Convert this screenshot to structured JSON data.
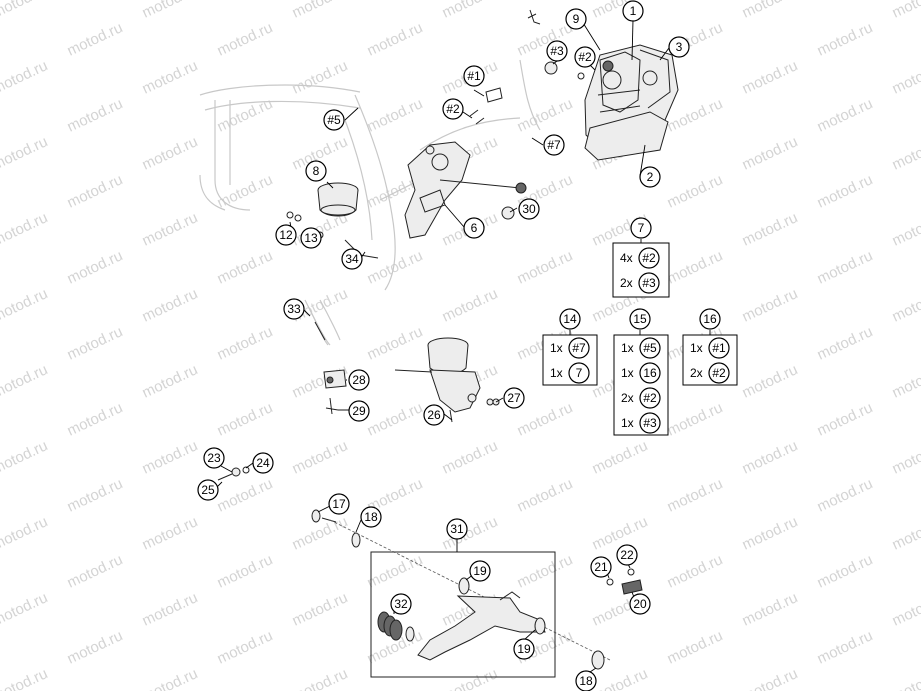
{
  "watermark": "motod.ru",
  "callouts": {
    "c1": "1",
    "c2": "2",
    "c3": "3",
    "c6": "6",
    "c7": "7",
    "c8": "8",
    "c9": "9",
    "c12": "12",
    "c13": "13",
    "c14": "14",
    "c15": "15",
    "c16": "16",
    "c17": "17",
    "c18a": "18",
    "c18b": "18",
    "c19a": "19",
    "c19b": "19",
    "c20": "20",
    "c21": "21",
    "c22": "22",
    "c23": "23",
    "c24": "24",
    "c25": "25",
    "c26": "26",
    "c27": "27",
    "c28": "28",
    "c29": "29",
    "c30": "30",
    "c31": "31",
    "c32": "32",
    "c33": "33",
    "c34": "34",
    "h1": "#1",
    "h2a": "#2",
    "h2b": "#2",
    "h3": "#3",
    "h5": "#5",
    "h7": "#7"
  },
  "kits": {
    "k7": {
      "rows": [
        {
          "qty": "4x",
          "ref": "#2"
        },
        {
          "qty": "2x",
          "ref": "#3"
        }
      ]
    },
    "k14": {
      "rows": [
        {
          "qty": "1x",
          "ref": "#7"
        },
        {
          "qty": "1x",
          "ref": "7"
        }
      ]
    },
    "k15": {
      "rows": [
        {
          "qty": "1x",
          "ref": "#5"
        },
        {
          "qty": "1x",
          "ref": "16"
        },
        {
          "qty": "2x",
          "ref": "#2"
        },
        {
          "qty": "1x",
          "ref": "#3"
        }
      ]
    },
    "k16": {
      "rows": [
        {
          "qty": "1x",
          "ref": "#1"
        },
        {
          "qty": "2x",
          "ref": "#2"
        }
      ]
    }
  }
}
